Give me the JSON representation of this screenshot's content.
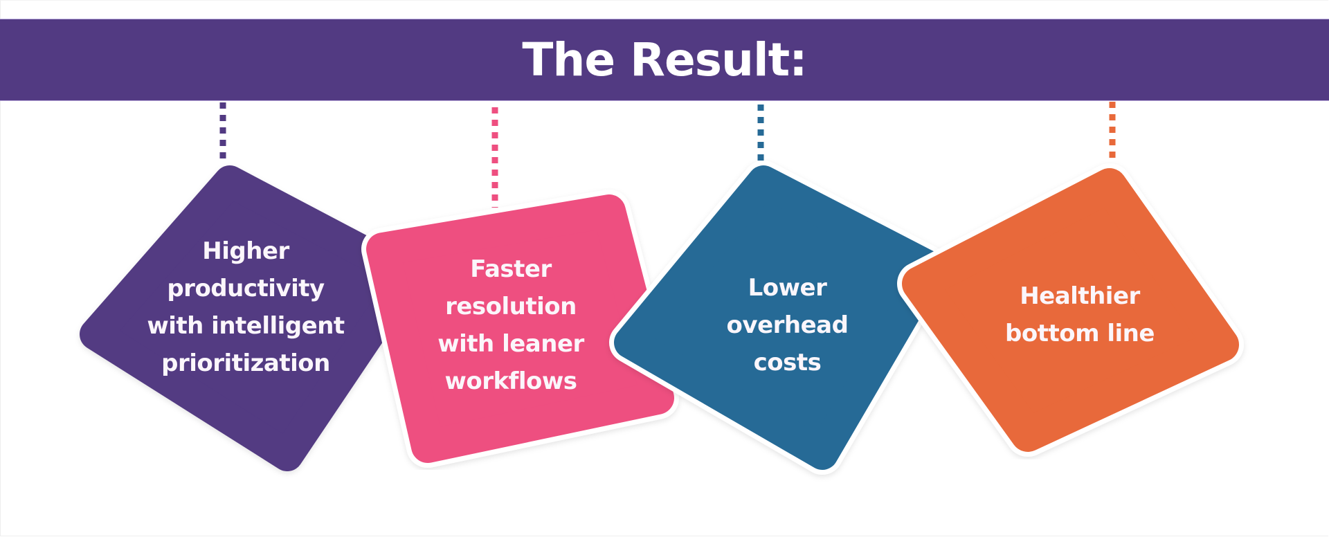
{
  "header": {
    "title": "The Result:",
    "background_color": "#523A82"
  },
  "results": [
    {
      "id": "productivity",
      "lines": [
        "Higher",
        "productivity",
        "with intelligent",
        "prioritization"
      ],
      "color": "#523A82",
      "shape": "rounded-diamond"
    },
    {
      "id": "resolution",
      "lines": [
        "Faster",
        "resolution",
        "with leaner",
        "workflows"
      ],
      "color": "#EE4F80",
      "shape": "tilted-rounded-rectangle"
    },
    {
      "id": "overhead",
      "lines": [
        "Lower",
        "overhead",
        "costs"
      ],
      "color": "#266A96",
      "shape": "rounded-diamond"
    },
    {
      "id": "bottom-line",
      "lines": [
        "Healthier",
        "bottom line"
      ],
      "color": "#E8693A",
      "shape": "tilted-rounded-square"
    }
  ],
  "connectors": {
    "style": "dotted",
    "colors": [
      "#523A82",
      "#EE4F80",
      "#266A96",
      "#E8693A"
    ]
  },
  "background_color": "#FFFFFF"
}
